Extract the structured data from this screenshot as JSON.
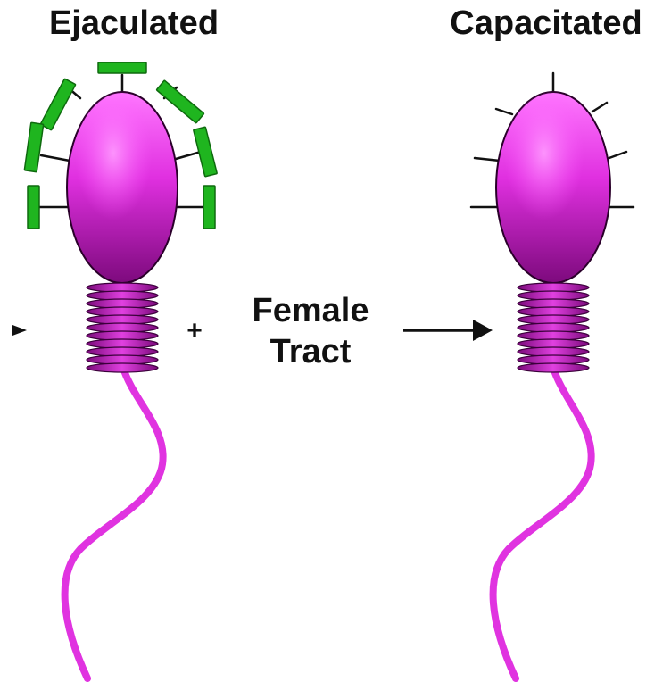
{
  "labels": {
    "ejaculated": "Ejaculated",
    "capacitated": "Capacitated",
    "plus": "+",
    "female": "Female",
    "tract": "Tract"
  },
  "colors": {
    "head_light": "#ff66ff",
    "head_mid": "#dd22dd",
    "head_dark": "#8a0a8a",
    "tail": "#e033e0",
    "coating": "#1fb51f",
    "coating_edge": "#0e6a0e",
    "ink": "#111111"
  }
}
